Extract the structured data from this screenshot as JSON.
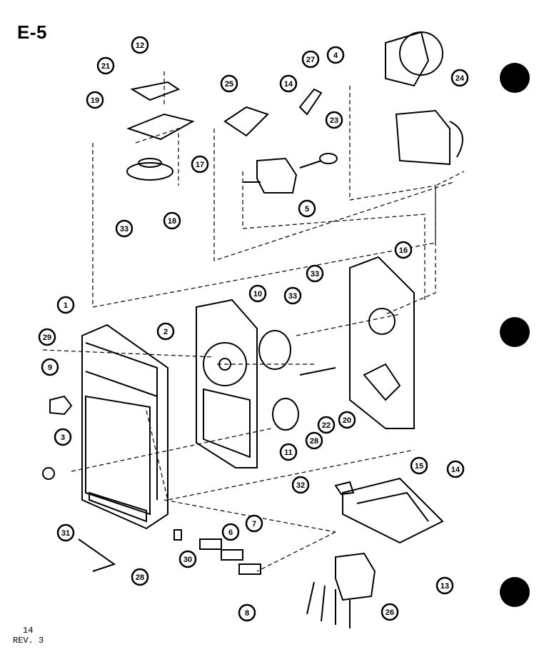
{
  "page": {
    "title": "E-5",
    "page_number": "14",
    "revision": "REV. 3"
  },
  "callouts": [
    {
      "label": "12"
    },
    {
      "label": "21"
    },
    {
      "label": "19"
    },
    {
      "label": "17"
    },
    {
      "label": "18"
    },
    {
      "label": "33"
    },
    {
      "label": "25"
    },
    {
      "label": "14"
    },
    {
      "label": "27"
    },
    {
      "label": "23"
    },
    {
      "label": "5"
    },
    {
      "label": "4"
    },
    {
      "label": "24"
    },
    {
      "label": "16"
    },
    {
      "label": "33"
    },
    {
      "label": "33"
    },
    {
      "label": "10"
    },
    {
      "label": "1"
    },
    {
      "label": "2"
    },
    {
      "label": "29"
    },
    {
      "label": "9"
    },
    {
      "label": "3"
    },
    {
      "label": "11"
    },
    {
      "label": "22"
    },
    {
      "label": "20"
    },
    {
      "label": "28"
    },
    {
      "label": "14"
    },
    {
      "label": "32"
    },
    {
      "label": "15"
    },
    {
      "label": "6"
    },
    {
      "label": "7"
    },
    {
      "label": "8"
    },
    {
      "label": "31"
    },
    {
      "label": "28"
    },
    {
      "label": "30"
    },
    {
      "label": "13"
    },
    {
      "label": "26"
    }
  ]
}
